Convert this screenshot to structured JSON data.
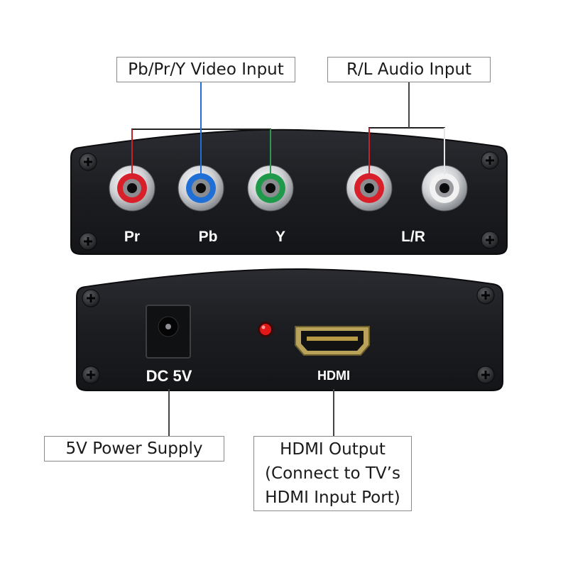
{
  "callouts": {
    "video_input": "Pb/Pr/Y Video Input",
    "audio_input": "R/L Audio Input",
    "power_supply": "5V Power Supply",
    "hdmi_output": [
      "HDMI Output",
      "(Connect to TV’s",
      "HDMI Input Port)"
    ]
  },
  "front_panel": {
    "jack_labels": {
      "pr": "Pr",
      "pb": "Pb",
      "y": "Y",
      "lr": "L/R"
    },
    "jack_colors": {
      "pr": "#d8202a",
      "pb": "#1f6fd6",
      "y": "#1f9a4a",
      "r": "#d8202a",
      "l": "#f2f2f2"
    }
  },
  "back_panel": {
    "labels": {
      "dc": "DC 5V",
      "hdmi": "HDMI"
    },
    "led_color": "#e01818"
  },
  "leader_colors": {
    "pr": "#c2222a",
    "pb": "#1f6fd6",
    "y": "#2a9a4c",
    "r": "#c2222a",
    "l": "#e6e6e6"
  }
}
